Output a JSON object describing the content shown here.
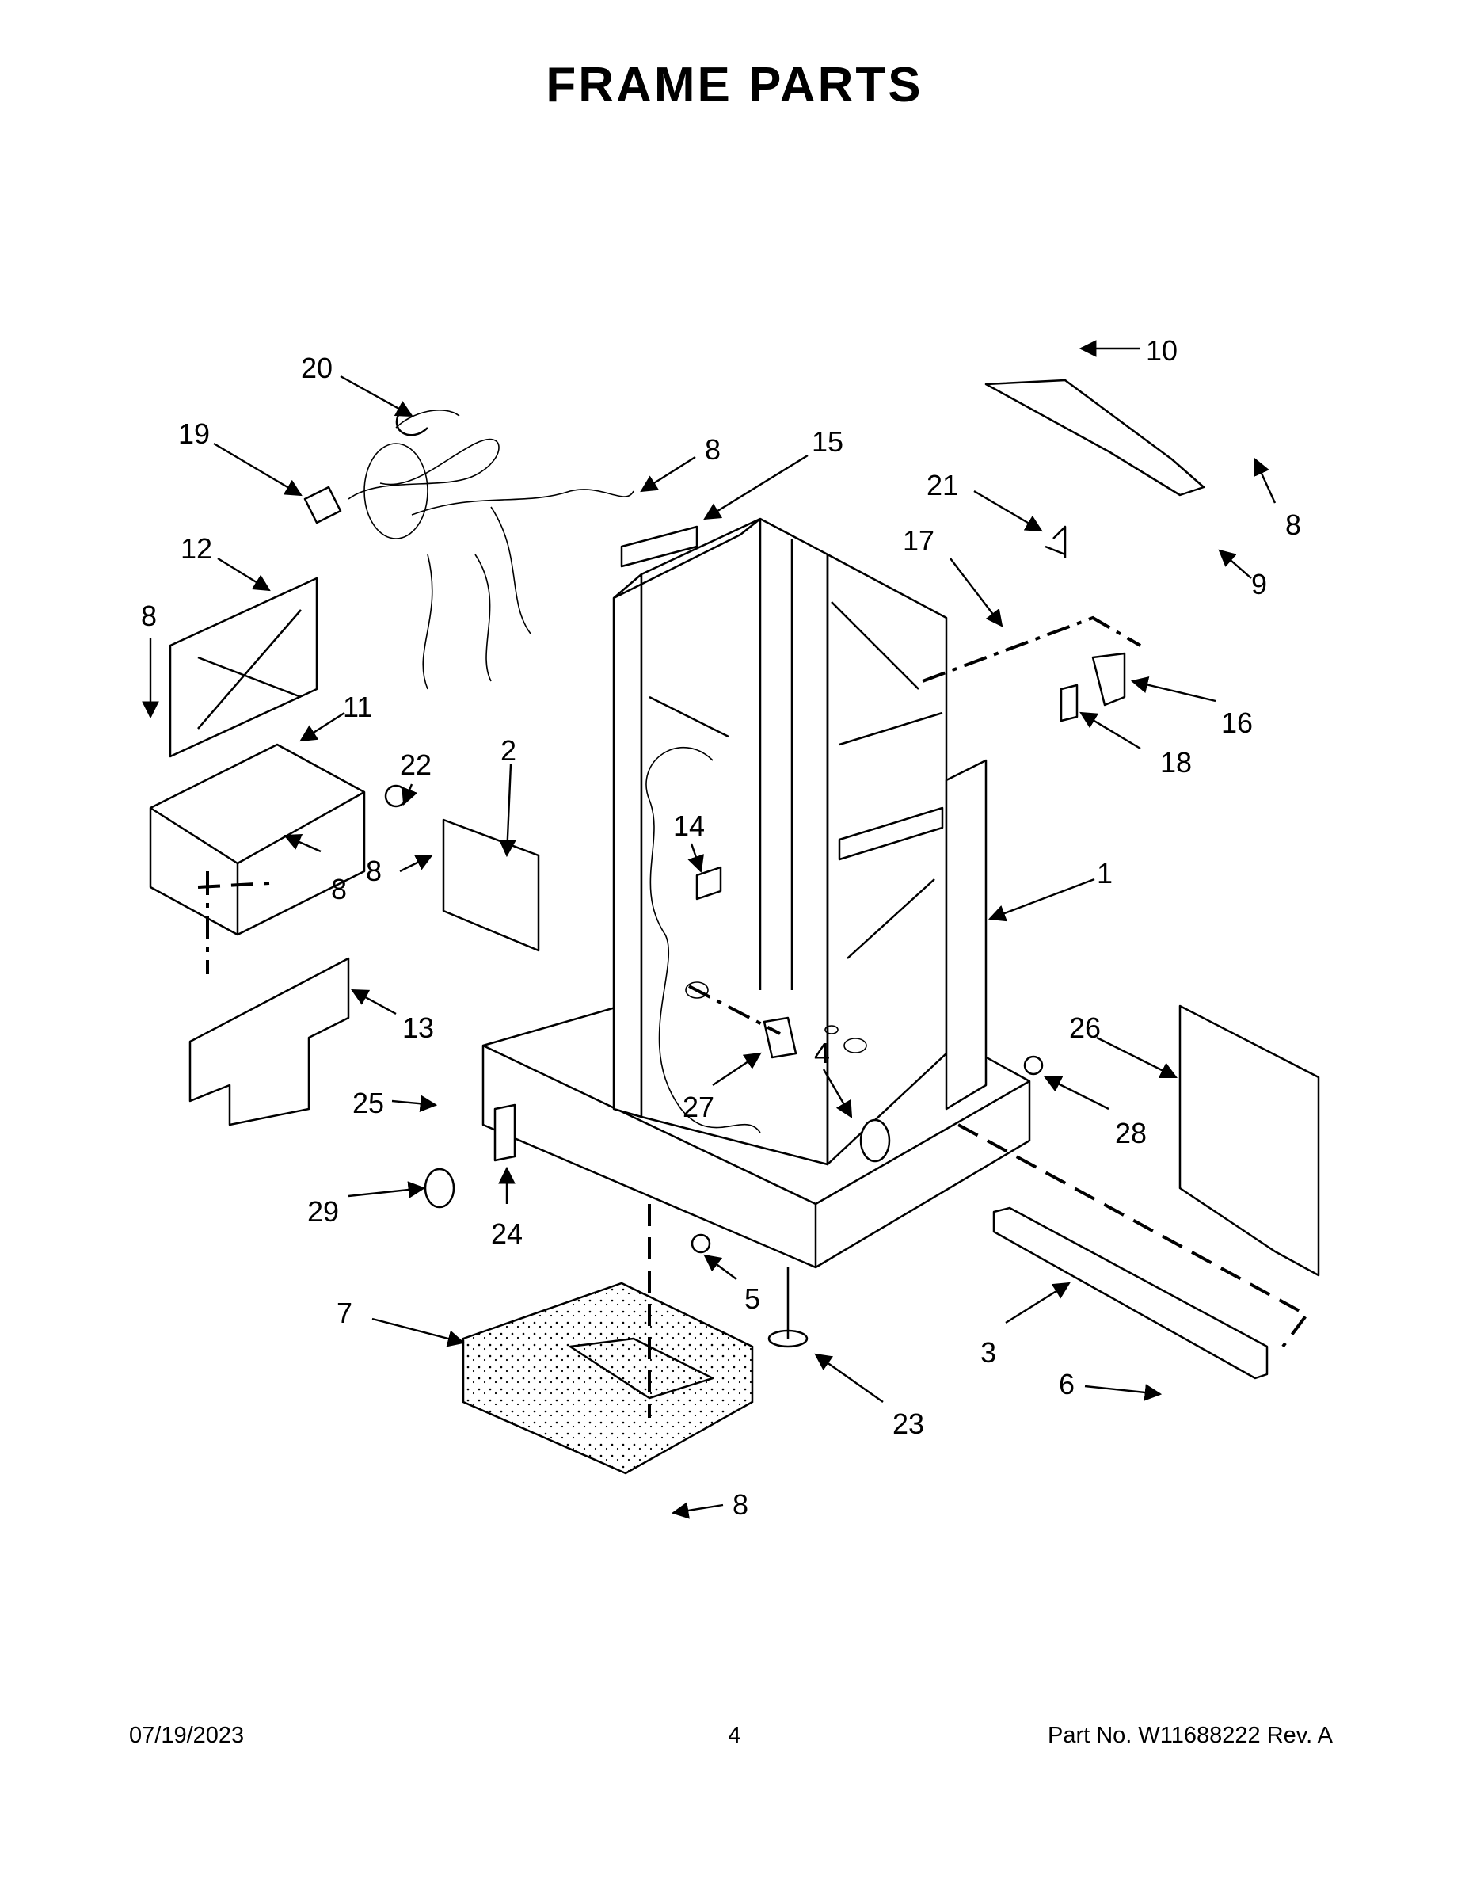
{
  "page": {
    "title": "FRAME PARTS",
    "date": "07/19/2023",
    "page_number": "4",
    "part_number": "Part No.  W11688222  Rev.  A"
  },
  "callouts": [
    "1",
    "2",
    "3",
    "4",
    "5",
    "6",
    "7",
    "8",
    "8",
    "8",
    "8",
    "8",
    "8",
    "9",
    "10",
    "11",
    "12",
    "13",
    "14",
    "15",
    "16",
    "17",
    "18",
    "19",
    "20",
    "21",
    "22",
    "23",
    "24",
    "25",
    "26",
    "27",
    "28",
    "29"
  ]
}
